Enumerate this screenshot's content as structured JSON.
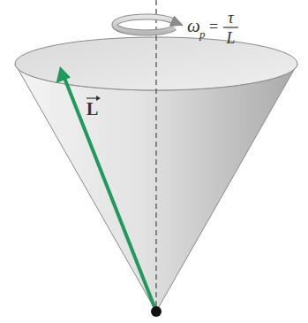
{
  "diagram": {
    "labels": [
      "ω",
      "p",
      "=",
      "τ",
      "L",
      "L"
    ]
  }
}
